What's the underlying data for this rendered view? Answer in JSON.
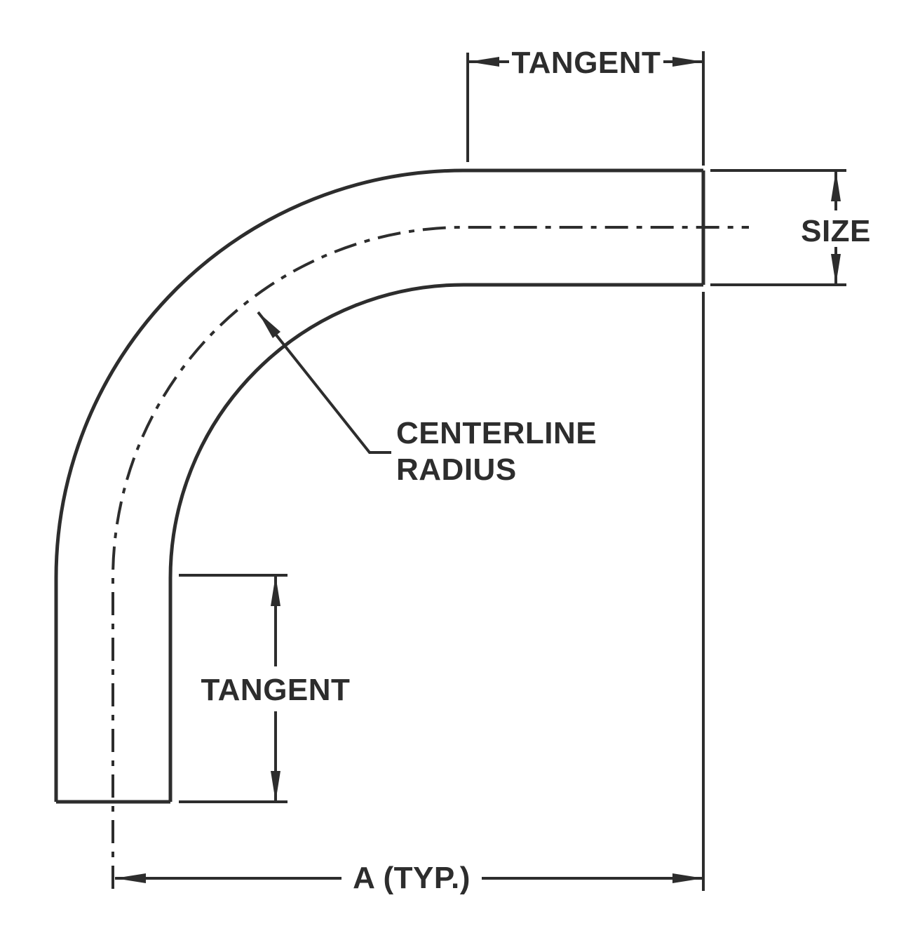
{
  "diagram": {
    "labels": {
      "tangent_top": "TANGENT",
      "size": "SIZE",
      "centerline_radius_line1": "CENTERLINE",
      "centerline_radius_line2": "RADIUS",
      "tangent_bottom": "TANGENT",
      "overall_a": "A (TYP.)"
    },
    "colors": {
      "line": "#2d2d2d",
      "background": "#ffffff"
    }
  }
}
